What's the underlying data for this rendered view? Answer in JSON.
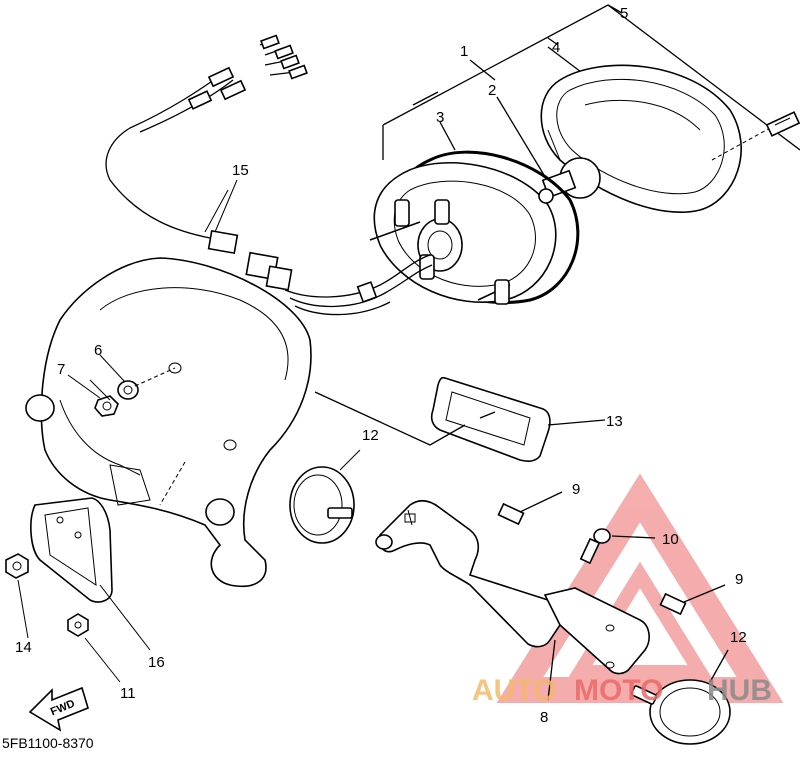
{
  "diagram": {
    "drawing_code": "5FB1100-8370",
    "fwd_label": "FWD",
    "callouts": [
      {
        "id": "c1",
        "label": "1"
      },
      {
        "id": "c2",
        "label": "2"
      },
      {
        "id": "c3",
        "label": "3"
      },
      {
        "id": "c4",
        "label": "4"
      },
      {
        "id": "c5",
        "label": "5"
      },
      {
        "id": "c6",
        "label": "6"
      },
      {
        "id": "c7",
        "label": "7"
      },
      {
        "id": "c8",
        "label": "8"
      },
      {
        "id": "c9a",
        "label": "9"
      },
      {
        "id": "c9b",
        "label": "9"
      },
      {
        "id": "c10",
        "label": "10"
      },
      {
        "id": "c11",
        "label": "11"
      },
      {
        "id": "c12a",
        "label": "12"
      },
      {
        "id": "c12b",
        "label": "12"
      },
      {
        "id": "c13",
        "label": "13"
      },
      {
        "id": "c14",
        "label": "14"
      },
      {
        "id": "c15",
        "label": "15"
      },
      {
        "id": "c16",
        "label": "16"
      }
    ]
  },
  "watermark": {
    "text_auto": "AUTO",
    "text_moto": "MOTO",
    "text_hub": "HUB",
    "color_orange": "#f5b96a",
    "color_red": "#ec6a6a",
    "color_gray": "#8a8a8a"
  }
}
